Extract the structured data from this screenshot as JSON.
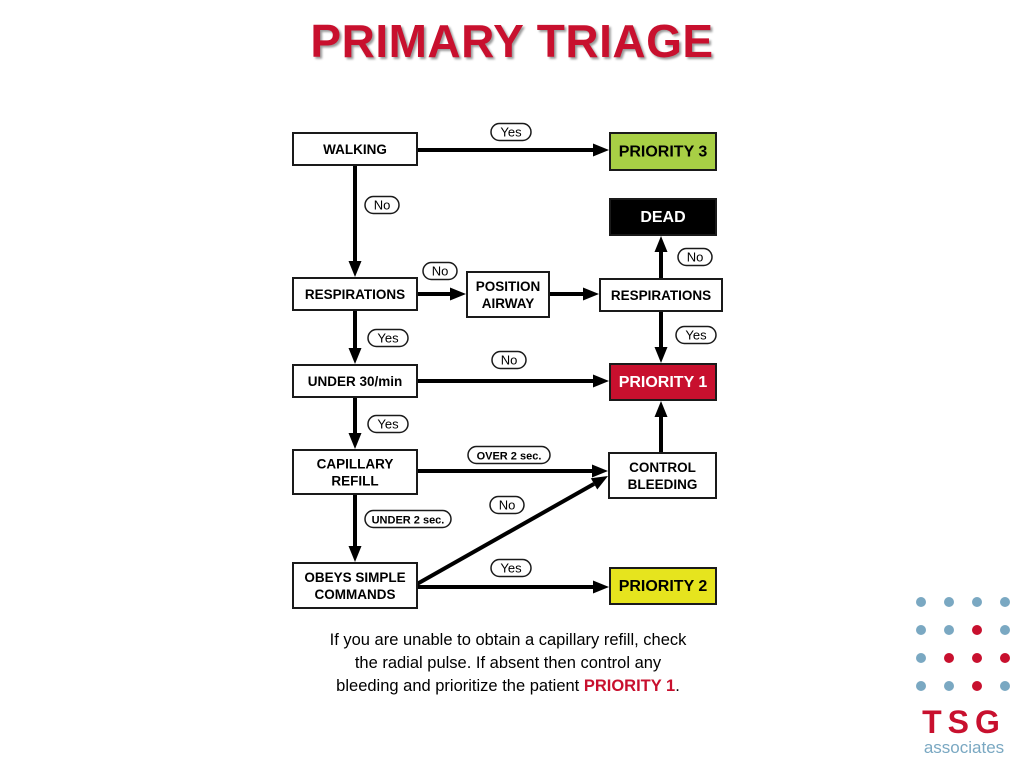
{
  "title": "PRIMARY TRIAGE",
  "colors": {
    "accent": "#c8102e",
    "priority3": "#a8cf45",
    "priority2": "#e6e41e",
    "priority1": "#c8102e",
    "dead": "#000000",
    "logo_dot_blue": "#7aa8c2",
    "logo_dot_red": "#c8102e"
  },
  "diagram": {
    "boxes": {
      "walking": [
        "WALKING"
      ],
      "respirations_left": [
        "RESPIRATIONS"
      ],
      "position_airway": [
        "POSITION",
        "AIRWAY"
      ],
      "respirations_right": [
        "RESPIRATIONS"
      ],
      "under30": [
        "UNDER 30/min"
      ],
      "capillary": [
        "CAPILLARY",
        "REFILL"
      ],
      "control_bleeding": [
        "CONTROL",
        "BLEEDING"
      ],
      "obeys": [
        "OBEYS SIMPLE",
        "COMMANDS"
      ],
      "priority3": [
        "PRIORITY 3"
      ],
      "dead": [
        "DEAD"
      ],
      "priority1": [
        "PRIORITY 1"
      ],
      "priority2": [
        "PRIORITY 2"
      ]
    },
    "pills": {
      "walking_yes": "Yes",
      "walking_no": "No",
      "resp_no": "No",
      "resp_right_no": "No",
      "resp_yes": "Yes",
      "resp_right_yes": "Yes",
      "under30_no": "No",
      "under30_yes": "Yes",
      "over2": "OVER 2 sec.",
      "under2": "UNDER 2 sec.",
      "obeys_no": "No",
      "obeys_yes": "Yes"
    }
  },
  "note": {
    "line1": "If you are unable to obtain a capillary refill, check",
    "line2": "the radial pulse. If absent then control any",
    "line3": "bleeding and prioritize the patient ",
    "highlight": "PRIORITY 1",
    "end": "."
  },
  "logo": {
    "text": "TSG",
    "sub": "associates",
    "dot_pattern": [
      [
        "blue",
        "blue",
        "blue",
        "blue"
      ],
      [
        "blue",
        "blue",
        "red",
        "blue"
      ],
      [
        "blue",
        "red",
        "red",
        "red"
      ],
      [
        "blue",
        "blue",
        "red",
        "blue"
      ]
    ]
  }
}
